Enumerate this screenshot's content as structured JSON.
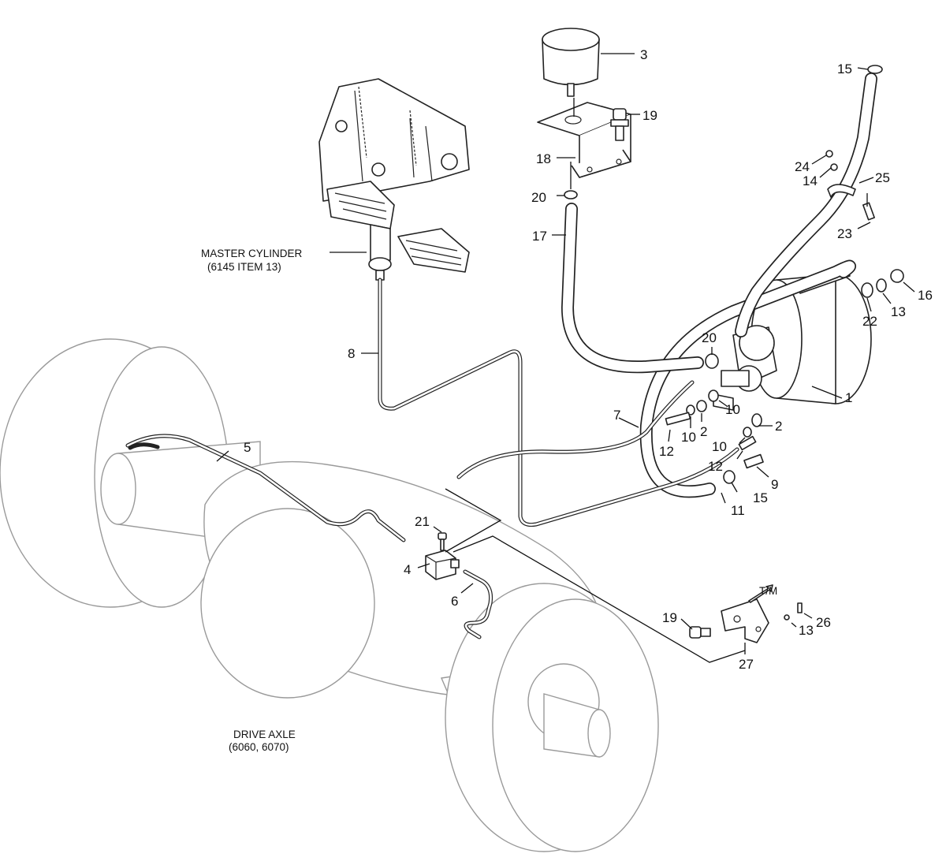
{
  "figure": {
    "labels": {
      "master_cylinder": "MASTER CYLINDER",
      "master_cylinder_ref": "(6145 ITEM 13)",
      "drive_axle": "DRIVE AXLE",
      "drive_axle_ref": "(6060, 6070)",
      "direction_tm": "T/M"
    },
    "callouts": {
      "c1": "1",
      "c2a": "2",
      "c2b": "2",
      "c3": "3",
      "c4": "4",
      "c5": "5",
      "c6": "6",
      "c7": "7",
      "c8": "8",
      "c9": "9",
      "c10a": "10",
      "c10b": "10",
      "c10c": "10",
      "c11": "11",
      "c12a": "12",
      "c12b": "12",
      "c13a": "13",
      "c13b": "13",
      "c14": "14",
      "c15a": "15",
      "c15b": "15",
      "c16": "16",
      "c17": "17",
      "c18": "18",
      "c19a": "19",
      "c19b": "19",
      "c20a": "20",
      "c20b": "20",
      "c21": "21",
      "c22": "22",
      "c23": "23",
      "c24": "24",
      "c25": "25",
      "c26": "26",
      "c27": "27"
    }
  }
}
